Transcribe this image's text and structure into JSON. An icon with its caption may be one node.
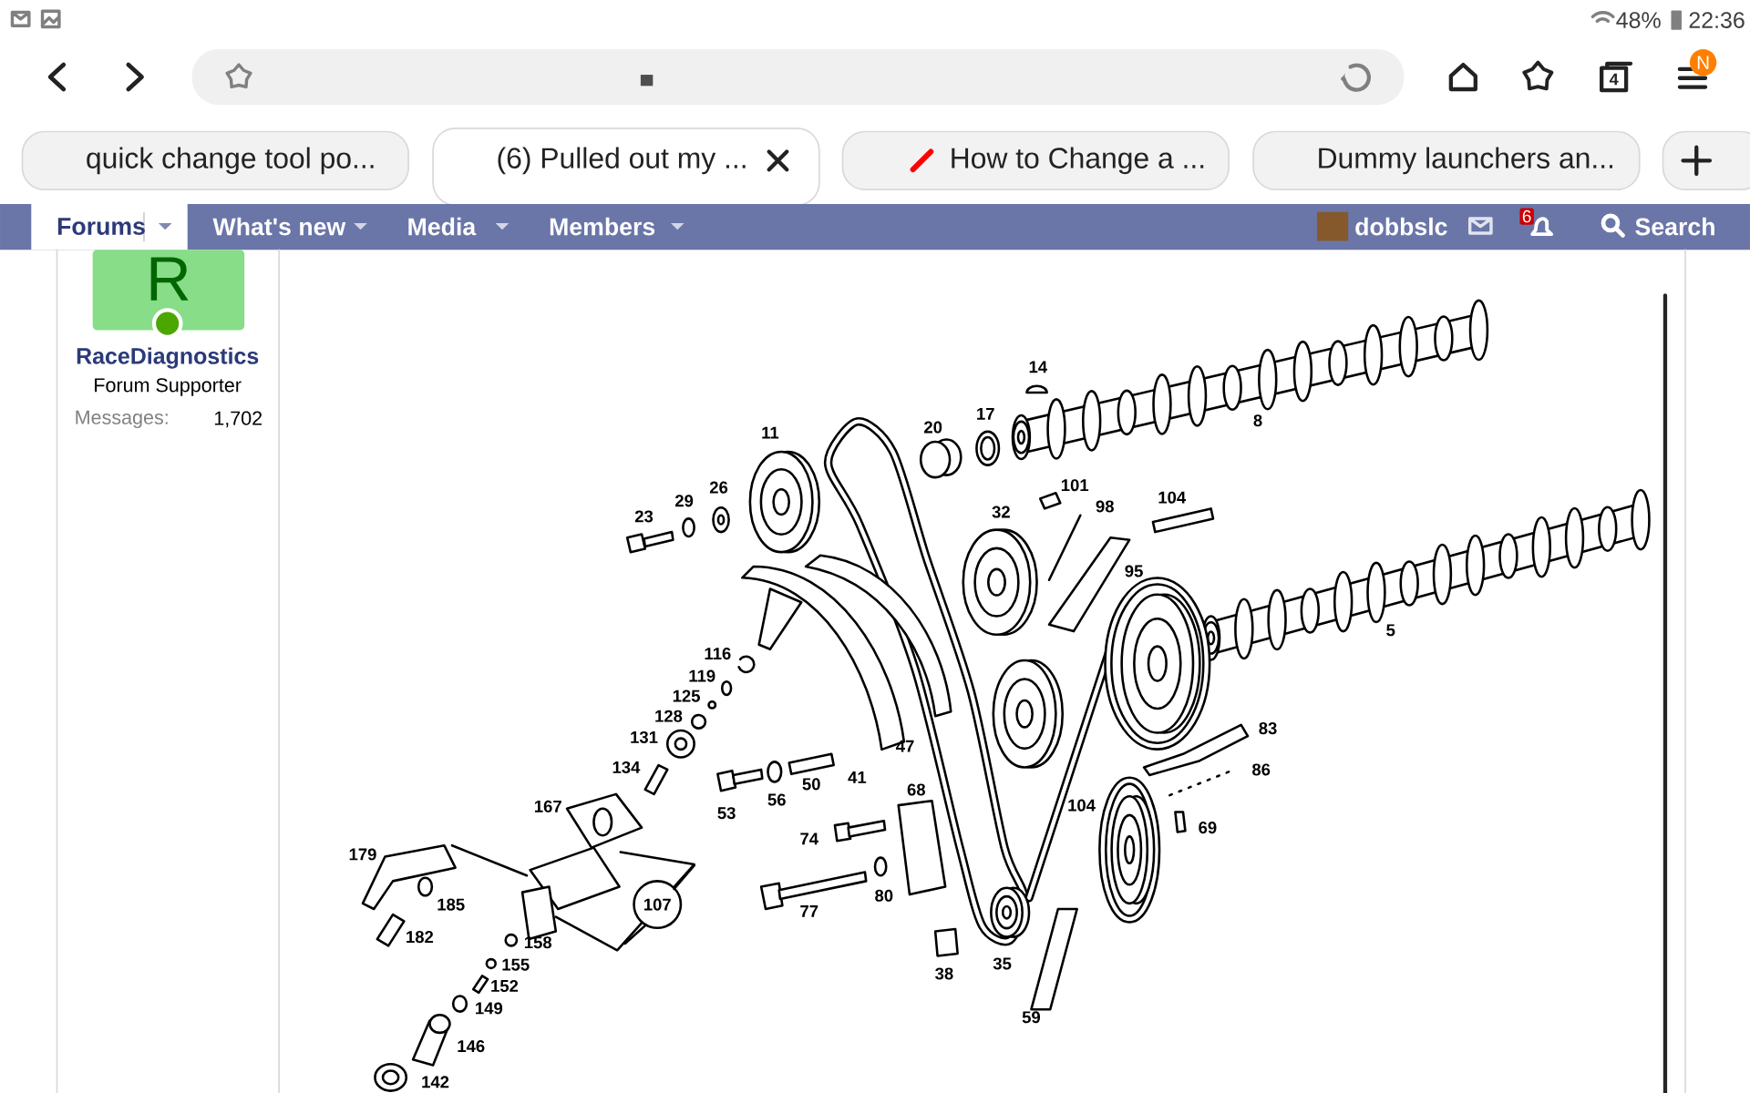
{
  "diagram": {
    "nodes": [
      {
        "text": [
          "quick change tool po..."
        ]
      },
      {
        "text": [
          "(6) Pulled out my ..."
        ]
      },
      {
        "text": [
          "How to Change a ..."
        ]
      },
      {
        "text": [
          "Dummy launchers an..."
        ]
      }
    ],
    "labels": [
      "48%",
      "22:36",
      "4",
      "N",
      "Forums",
      "What's new",
      "Media",
      "Members",
      "dobbslc",
      "6",
      "Search",
      "R",
      "RaceDiagnostics",
      "Forum Supporter",
      "Messages:",
      "1,702",
      "14",
      "17",
      "20",
      "11",
      "8",
      "26",
      "29",
      "23",
      "101",
      "98",
      "104",
      "32",
      "95",
      "5",
      "116",
      "119",
      "125",
      "128",
      "131",
      "134",
      "47",
      "41",
      "50",
      "56",
      "53",
      "83",
      "86",
      "104",
      "69",
      "68",
      "74",
      "167",
      "179",
      "185",
      "107",
      "182",
      "80",
      "77",
      "158",
      "155",
      "152",
      "149",
      "146",
      "38",
      "35",
      "59",
      "142"
    ]
  }
}
